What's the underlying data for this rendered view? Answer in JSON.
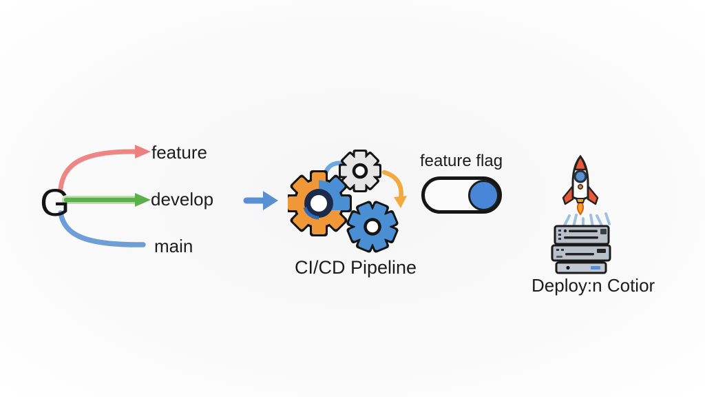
{
  "scene": {
    "background": "#fafafa",
    "description": "Diagram: git branches to CI/CD pipeline to feature flag to deployment"
  },
  "git_diagram": {
    "node_label": "G",
    "branches": [
      {
        "label": "feature",
        "color": "#ee7f7f"
      },
      {
        "label": "develop",
        "color": "#5cb04c"
      },
      {
        "label": "main",
        "color": "#6f9ed6"
      }
    ]
  },
  "flow": {
    "arrow_color": "#5b8fd4",
    "direction": "right"
  },
  "cicd": {
    "label": "CI/CD Pipeline",
    "gear_colors": {
      "primary_orange": "#f09837",
      "accent_blue": "#4a8fd3",
      "gray": "#e6e6e6"
    },
    "arrow_colors": {
      "blue": "#6fa8dc",
      "orange": "#f2a93d"
    }
  },
  "feature_flag": {
    "label": "feature flag",
    "state": "on",
    "knob_color": "#4a86d8"
  },
  "deploy": {
    "label": "Deploy:n Cotior",
    "rocket_accent": "#e8593a",
    "window_color": "#5b8fd4",
    "server_color": "#b9c0ca",
    "badge_color": "#5b8fd4"
  }
}
